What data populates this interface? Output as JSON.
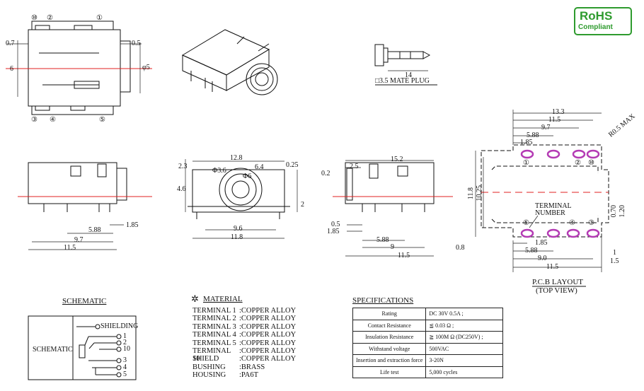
{
  "logo": {
    "line1": "RoHS",
    "line2": "Compliant"
  },
  "top_view": {
    "dims": {
      "left": "0.7",
      "right": "0.5",
      "height": "6",
      "diam": "φ5"
    },
    "terminals_top": [
      "⑩",
      "②",
      "①"
    ],
    "terminals_bottom": [
      "③",
      "④",
      "⑤"
    ]
  },
  "plug": {
    "dim": "14",
    "caption": "□3.5 MATE PLUG"
  },
  "side_view": {
    "dims": [
      "5.88",
      "1.85",
      "9.7",
      "11.5"
    ]
  },
  "front_view": {
    "dims": [
      "12.8",
      "6.4",
      "Φ3.6",
      "Φ6",
      "2.3",
      "4.6",
      "0.25",
      "2",
      "9.6",
      "11.8"
    ]
  },
  "right_view": {
    "dims": [
      "15.2",
      "2.5",
      "0.2",
      "0.5",
      "1.85",
      "5.88",
      "9",
      "0.8",
      "11.5"
    ]
  },
  "pcb": {
    "dims_top": [
      "13.3",
      "11.5",
      "9.7",
      "5.88",
      "1.85"
    ],
    "dims_left": [
      "11.8",
      "10.25"
    ],
    "dims_right": [
      "0.70",
      "1.20"
    ],
    "dims_bottom": [
      "1.85",
      "5.88",
      "9.0",
      "11.5",
      "1",
      "1.5"
    ],
    "radius": "R0.5 MAX",
    "terminal_label": [
      "TERMINAL",
      "NUMBER"
    ],
    "top_nums": [
      "①",
      "②",
      "⑩"
    ],
    "bottom_nums": [
      "⑤",
      "④",
      "③"
    ],
    "caption": "P.C.B LAYOUT",
    "sub": "(TOP VIEW)"
  },
  "schematic": {
    "title": "SCHEMATIC",
    "box_label": "SCHEMATIC",
    "pins": [
      "SHIELDING",
      "1",
      "2",
      "10",
      "3",
      "4",
      "5"
    ]
  },
  "material": {
    "title": "MATERIAL",
    "mark": "✲",
    "rows": [
      {
        "name": "TERMINAL 1",
        "value": ":COPPER ALLOY"
      },
      {
        "name": "TERMINAL 2",
        "value": ":COPPER ALLOY"
      },
      {
        "name": "TERMINAL 3",
        "value": ":COPPER ALLOY"
      },
      {
        "name": "TERMINAL 4",
        "value": ":COPPER ALLOY"
      },
      {
        "name": "TERMINAL 5",
        "value": ":COPPER ALLOY"
      },
      {
        "name": "TERMINAL 10",
        "value": ":COPPER ALLOY"
      },
      {
        "name": "SHIELD",
        "value": ":COPPER ALLOY"
      },
      {
        "name": "BUSHING",
        "value": ":BRASS"
      },
      {
        "name": "HOUSING",
        "value": ":PA6T"
      }
    ]
  },
  "specs": {
    "title": "SPECIFICATIONS",
    "rows": [
      {
        "k": "Rating",
        "v": "DC  30V 0.5A ;"
      },
      {
        "k": "Contact Resistance",
        "v": "≦ 0.03 Ω ;"
      },
      {
        "k": "Insulation Resistance",
        "v": "≧ 100M Ω  (DC250V) ;"
      },
      {
        "k": "Withstand voltage",
        "v": "500VAC"
      },
      {
        "k": "Insertion and extraction force",
        "v": "3-20N"
      },
      {
        "k": "Life test",
        "v": "5,000 cycles"
      }
    ]
  }
}
